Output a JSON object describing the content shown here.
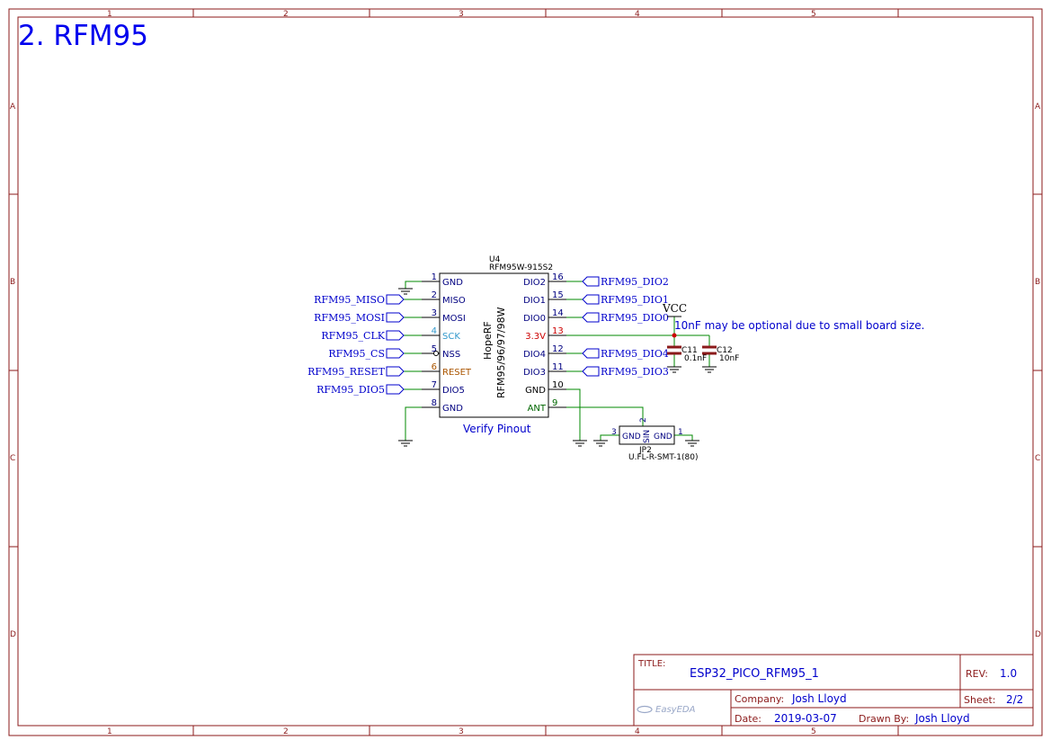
{
  "frame": {
    "col_labels": [
      "1",
      "2",
      "3",
      "4",
      "5"
    ],
    "row_labels": [
      "A",
      "B",
      "C",
      "D"
    ]
  },
  "page_title": "2. RFM95",
  "component": {
    "ref": "U4",
    "part": "RFM95W-915S2",
    "body_label_1": "HopeRF",
    "body_label_2": "RFM95/96/97/98W",
    "note": "Verify Pinout",
    "left_pins": [
      {
        "num": "1",
        "name": "GND"
      },
      {
        "num": "2",
        "name": "MISO"
      },
      {
        "num": "3",
        "name": "MOSI"
      },
      {
        "num": "4",
        "name": "SCK"
      },
      {
        "num": "5",
        "name": "NSS"
      },
      {
        "num": "6",
        "name": "RESET"
      },
      {
        "num": "7",
        "name": "DIO5"
      },
      {
        "num": "8",
        "name": "GND"
      }
    ],
    "right_pins": [
      {
        "num": "16",
        "name": "DIO2"
      },
      {
        "num": "15",
        "name": "DIO1"
      },
      {
        "num": "14",
        "name": "DIO0"
      },
      {
        "num": "13",
        "name": "3.3V"
      },
      {
        "num": "12",
        "name": "DIO4"
      },
      {
        "num": "11",
        "name": "DIO3"
      },
      {
        "num": "10",
        "name": "GND"
      },
      {
        "num": "9",
        "name": "ANT"
      }
    ]
  },
  "left_net_labels": [
    "RFM95_MISO",
    "RFM95_MOSI",
    "RFM95_CLK",
    "RFM95_CS",
    "RFM95_RESET",
    "RFM95_DIO5"
  ],
  "right_net_labels": [
    "RFM95_DIO2",
    "RFM95_DIO1",
    "RFM95_DIO0",
    "RFM95_DIO4",
    "RFM95_DIO3"
  ],
  "vcc_label": "VCC",
  "capacitor_note": "10nF may be optional due to small board size.",
  "capacitors": [
    {
      "ref": "C11",
      "value": "0.1nF"
    },
    {
      "ref": "C12",
      "value": "10nF"
    }
  ],
  "connector": {
    "ref": "JP2",
    "part": "U.FL-R-SMT-1(80)",
    "pin_left_num": "3",
    "pin_left_name": "GND",
    "pin_top_num": "2",
    "pin_top_name": "SIN",
    "pin_right_num": "1",
    "pin_right_name": "GND"
  },
  "title_block": {
    "title_caption": "TITLE:",
    "title": "ESP32_PICO_RFM95_1",
    "rev_caption": "REV:",
    "rev": "1.0",
    "company_caption": "Company:",
    "company": "Josh Lloyd",
    "sheet_caption": "Sheet:",
    "sheet": "2/2",
    "date_caption": "Date:",
    "date": "2019-03-07",
    "drawn_caption": "Drawn By:",
    "drawn_by": "Josh Lloyd",
    "logo": "EasyEDA"
  },
  "colors": {
    "frame": "#8b1a1a",
    "wire": "#008800",
    "net_label": "#0000cc",
    "pin_number": "#000080",
    "pin_name_sck": "#3399cc",
    "pin_name_reset": "#aa5500",
    "pin_name_power": "#cc0000",
    "pin_name_ant": "#006600",
    "title_text": "#0000ee",
    "capacitor": "#8b1a1a"
  }
}
